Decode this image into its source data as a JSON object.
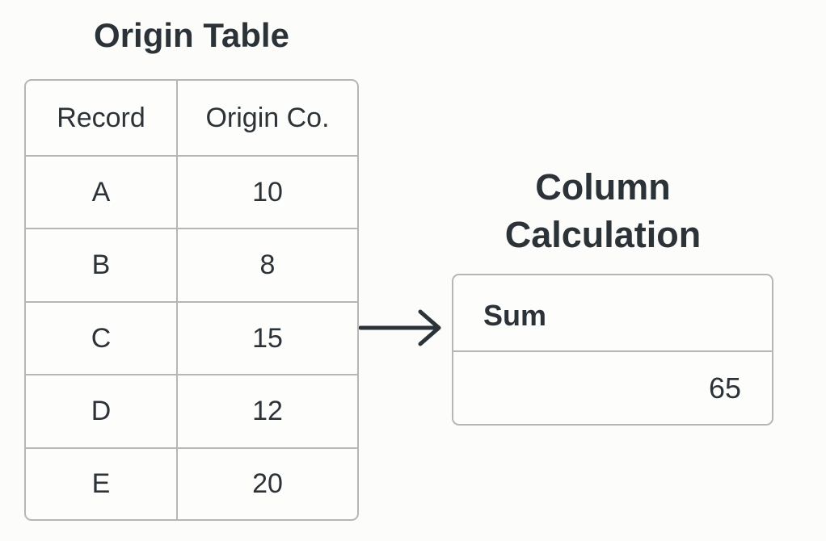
{
  "origin_table": {
    "title": "Origin Table",
    "headers": [
      "Record",
      "Origin Co."
    ],
    "rows": [
      [
        "A",
        "10"
      ],
      [
        "B",
        "8"
      ],
      [
        "C",
        "15"
      ],
      [
        "D",
        "12"
      ],
      [
        "E",
        "20"
      ]
    ]
  },
  "calculation": {
    "title_line1": "Column",
    "title_line2": "Calculation",
    "label": "Sum",
    "value": "65"
  }
}
